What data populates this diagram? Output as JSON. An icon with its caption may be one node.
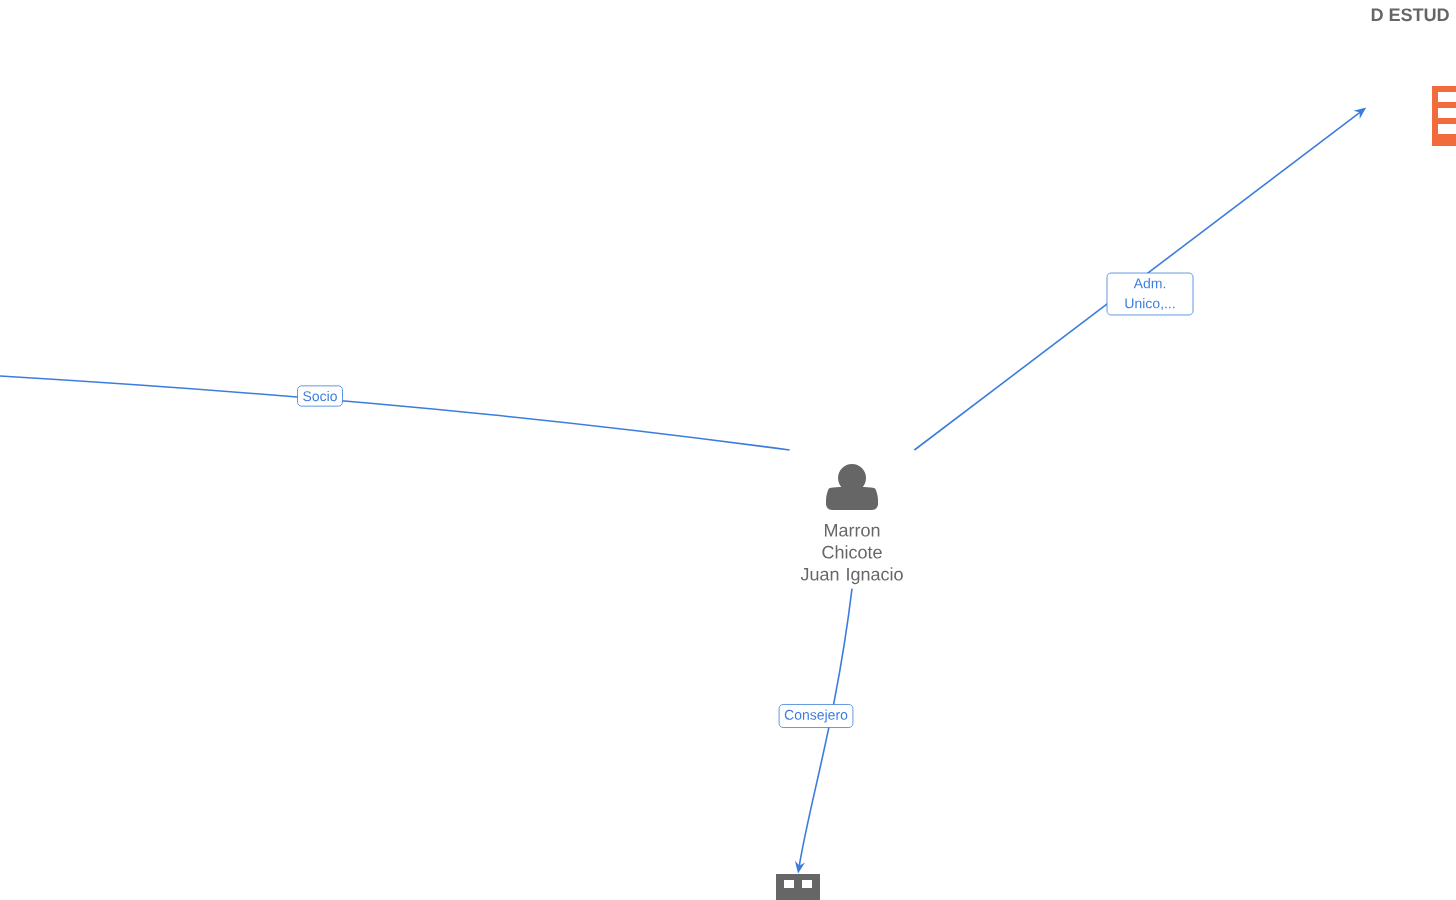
{
  "diagram": {
    "nodes": [
      {
        "text": [
          "Marron Chicote Juan Ignacio"
        ]
      },
      {
        "text": [
          "D ESTUD"
        ]
      },
      {
        "text": [],
        "shape": "building"
      }
    ],
    "edges": [
      {
        "from": null,
        "to": 0,
        "arrow": "none",
        "label": "Socio"
      },
      {
        "from": 0,
        "to": 1,
        "arrow": "to",
        "label": "Adm. Unico,..."
      },
      {
        "from": 0,
        "to": 2,
        "arrow": "to",
        "label": "Consejero"
      }
    ]
  }
}
